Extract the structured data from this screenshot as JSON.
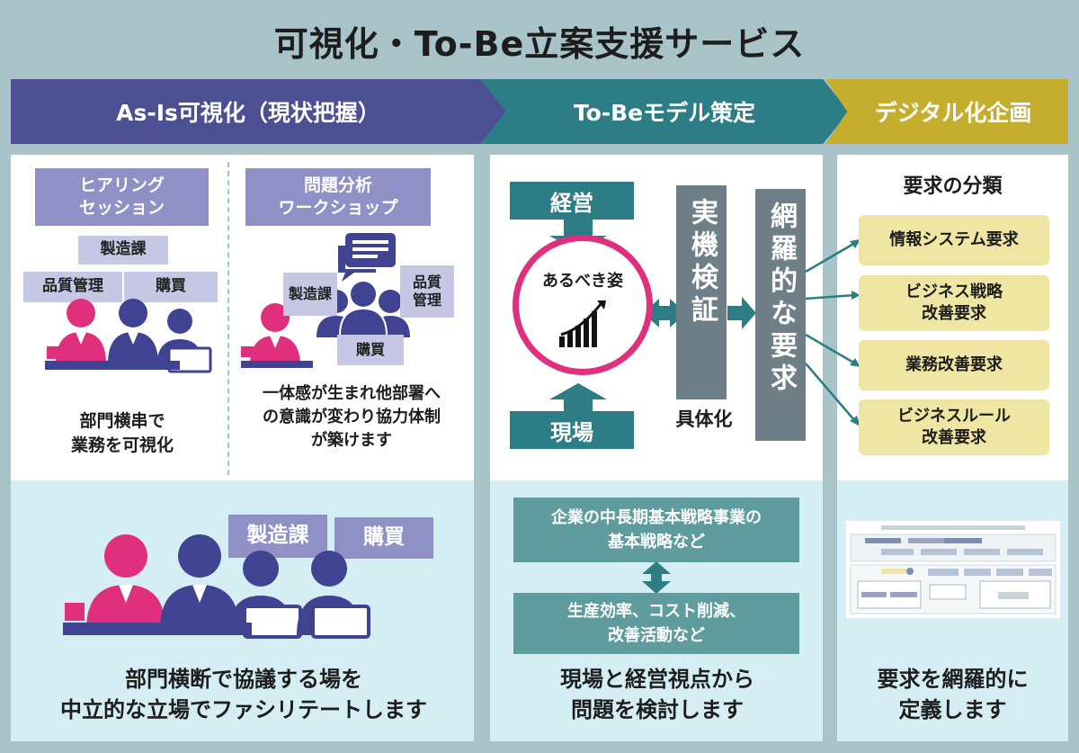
{
  "title": "可視化・To-Be立案支援サービス",
  "phases": {
    "asis": "As-Is可視化（現状把握）",
    "tobe": "To-Beモデル策定",
    "digital": "デジタル化企画"
  },
  "asis": {
    "hearing_tag_line1": "ヒアリング",
    "hearing_tag_line2": "セッション",
    "workshop_tag_line1": "問題分析",
    "workshop_tag_line2": "ワークショップ",
    "dept_manufacturing": "製造課",
    "dept_quality": "品質管理",
    "dept_purchasing": "購買",
    "dept_quality_split_1": "品質",
    "dept_quality_split_2": "管理",
    "hearing_desc_line1": "部門横串で",
    "hearing_desc_line2": "業務を可視化",
    "workshop_desc_line1": "一体感が生まれ他部署へ",
    "workshop_desc_line2": "の意識が変わり協力体制",
    "workshop_desc_line3": "が築けます",
    "bottom_desc_line1": "部門横断で協議する場を",
    "bottom_desc_line2": "中立的な立場でファシリテートします"
  },
  "tobe": {
    "management": "経営",
    "field": "現場",
    "ideal_state": "あるべき姿",
    "verification": "実機検証",
    "comprehensive": "網羅的な要求",
    "concretize": "具体化",
    "strategy_line1": "企業の中長期基本戦略事業の",
    "strategy_line2": "基本戦略など",
    "field_goals_line1": "生産効率、コスト削減、",
    "field_goals_line2": "改善活動など",
    "bottom_desc_line1": "現場と経営視点から",
    "bottom_desc_line2": "問題を検討します"
  },
  "digital": {
    "classification": "要求の分類",
    "requirements": [
      {
        "line1": "情報システム要求",
        "line2": ""
      },
      {
        "line1": "ビジネス戦略",
        "line2": "改善要求"
      },
      {
        "line1": "業務改善要求",
        "line2": ""
      },
      {
        "line1": "ビジネスルール",
        "line2": "改善要求"
      }
    ],
    "bottom_desc_line1": "要求を網羅的に",
    "bottom_desc_line2": "定義します"
  },
  "colors": {
    "background": "#a9c4c9",
    "asis_navy": "#4c4f92",
    "tobe_teal": "#2d7d86",
    "digital_gold": "#c5ae2e",
    "pink": "#e0307d",
    "person_navy": "#3f4391"
  }
}
